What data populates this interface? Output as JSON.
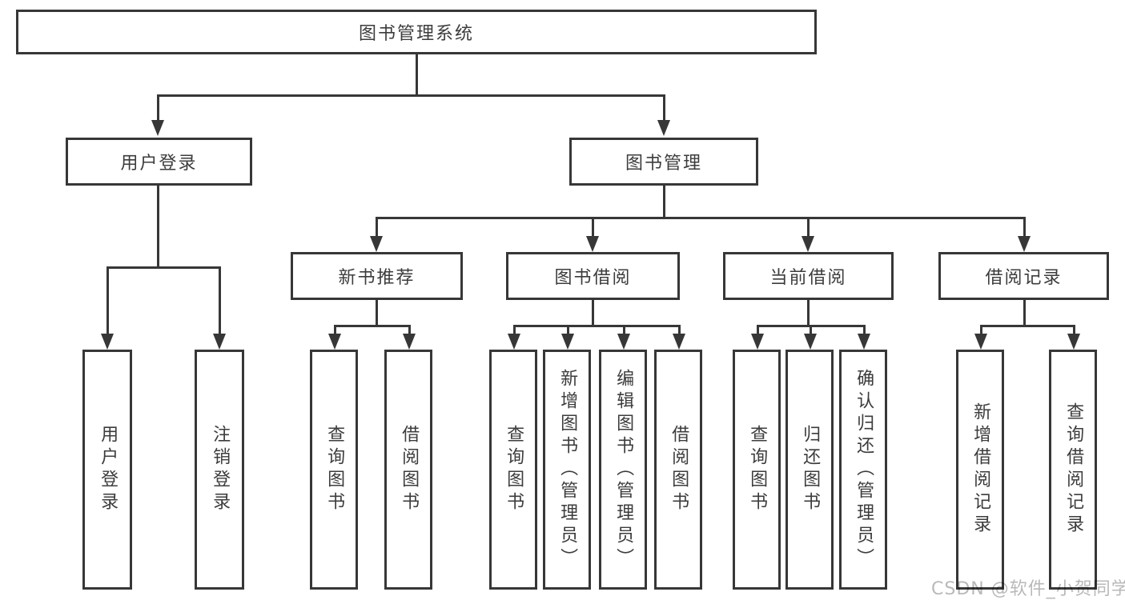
{
  "diagram": {
    "root": {
      "label": "图书管理系统"
    },
    "level2": {
      "user_login": {
        "label": "用户登录"
      },
      "book_mgmt": {
        "label": "图书管理"
      }
    },
    "level3": {
      "new_books": {
        "label": "新书推荐"
      },
      "borrowing": {
        "label": "图书借阅"
      },
      "current": {
        "label": "当前借阅"
      },
      "records": {
        "label": "借阅记录"
      }
    },
    "leaves": {
      "user_login": {
        "label": "用户登录"
      },
      "logout": {
        "label": "注销登录"
      },
      "query_books_a": {
        "label": "查询图书"
      },
      "borrow_books_a": {
        "label": "借阅图书"
      },
      "query_books_b": {
        "label": "查询图书"
      },
      "add_book_admin": {
        "label": "新增图书（管理员）"
      },
      "edit_book_admin": {
        "label": "编辑图书（管理员）"
      },
      "borrow_books_b": {
        "label": "借阅图书"
      },
      "query_books_c": {
        "label": "查询图书"
      },
      "return_books": {
        "label": "归还图书"
      },
      "confirm_return_admin": {
        "label": "确认归还（管理员）"
      },
      "add_borrow_record": {
        "label": "新增借阅记录"
      },
      "query_borrow_record": {
        "label": "查询借阅记录"
      }
    },
    "watermark": {
      "label": "CSDN @软件_小贺同学"
    },
    "colors": {
      "line": "#373737",
      "text": "#3c3c3c",
      "box_fill": "#ffffff",
      "background": "#ffffff",
      "watermark": "#b9b9b9"
    }
  }
}
